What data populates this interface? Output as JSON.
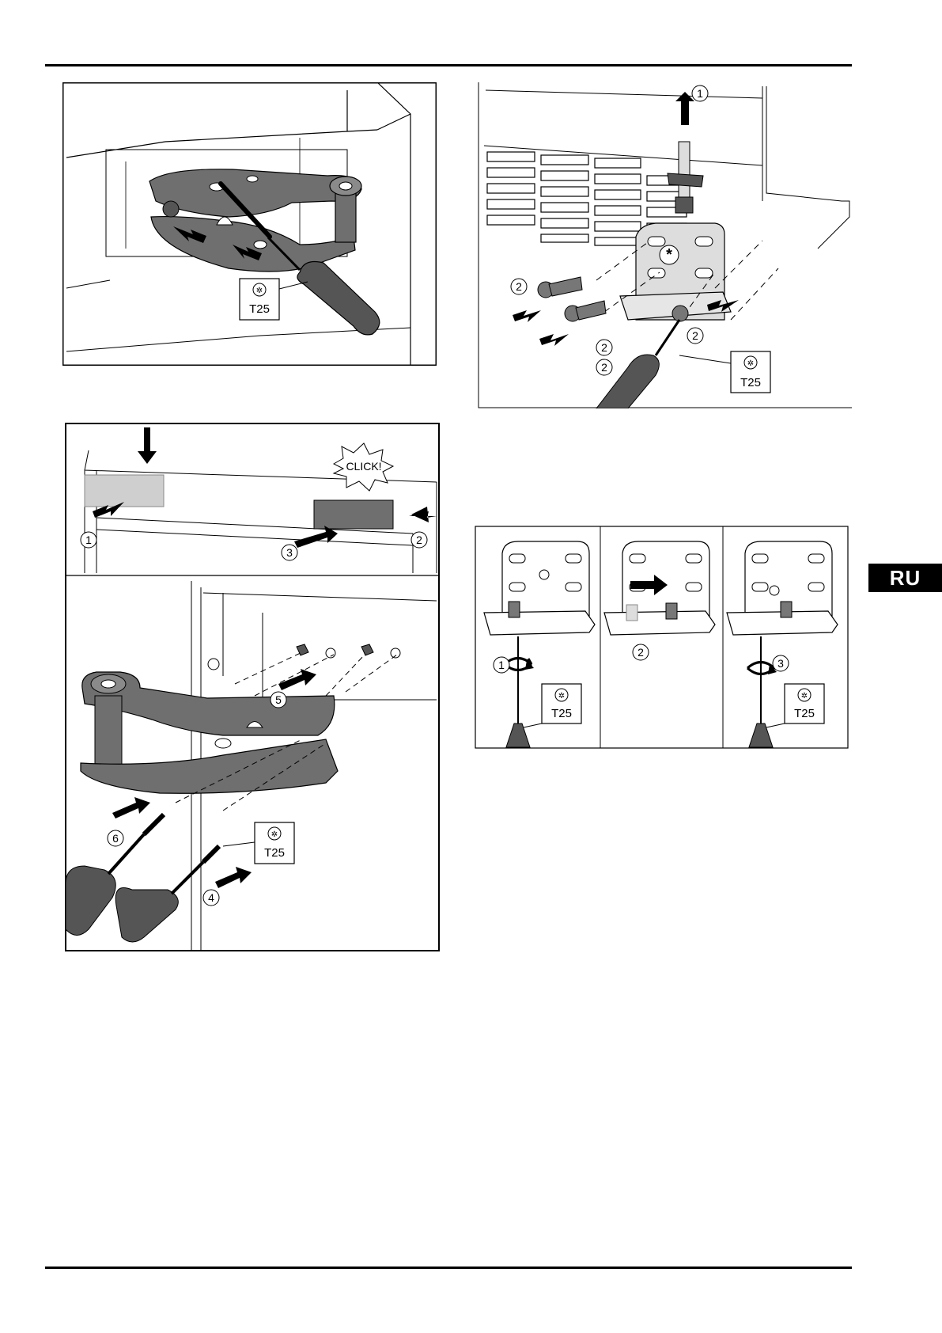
{
  "page": {
    "lang_tab": "RU"
  },
  "figures": {
    "fig1": {
      "tool": "T25"
    },
    "fig2": {
      "tool": "T25",
      "callouts": [
        "1",
        "2",
        "2",
        "2",
        "2"
      ]
    },
    "fig3": {
      "click": "CLICK!",
      "tool": "T25",
      "callouts": [
        "1",
        "2",
        "3",
        "4",
        "5",
        "6"
      ]
    },
    "fig4": {
      "tool_a": "T25",
      "tool_b": "T25",
      "callouts": [
        "1",
        "2",
        "3"
      ]
    }
  },
  "colors": {
    "ink": "#000000",
    "part_gray": "#6f6f6f",
    "light_gray": "#c8c8c8",
    "tab_bg": "#000000"
  }
}
